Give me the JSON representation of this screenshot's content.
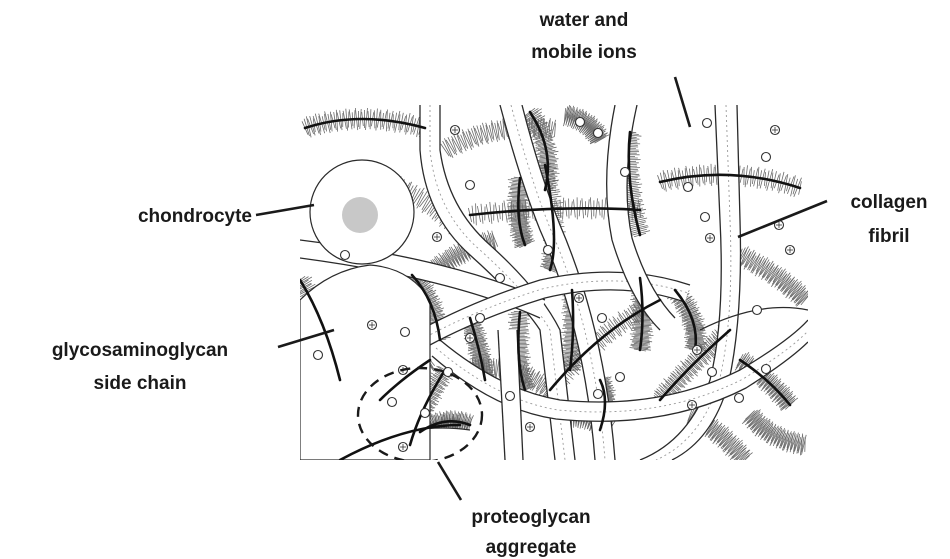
{
  "labels": {
    "water_line1": "water and",
    "water_line2": "mobile ions",
    "chondrocyte": "chondrocyte",
    "collagen_line1": "collagen",
    "collagen_line2": "fibril",
    "gag_line1": "glycosaminoglycan",
    "gag_line2": "side chain",
    "proteoglycan_line1": "proteoglycan",
    "proteoglycan_line2": "aggregate"
  },
  "colors": {
    "ink": "#1a1a1a",
    "nucleus": "#c8c8c8",
    "hatching": "#6a6a6a"
  }
}
